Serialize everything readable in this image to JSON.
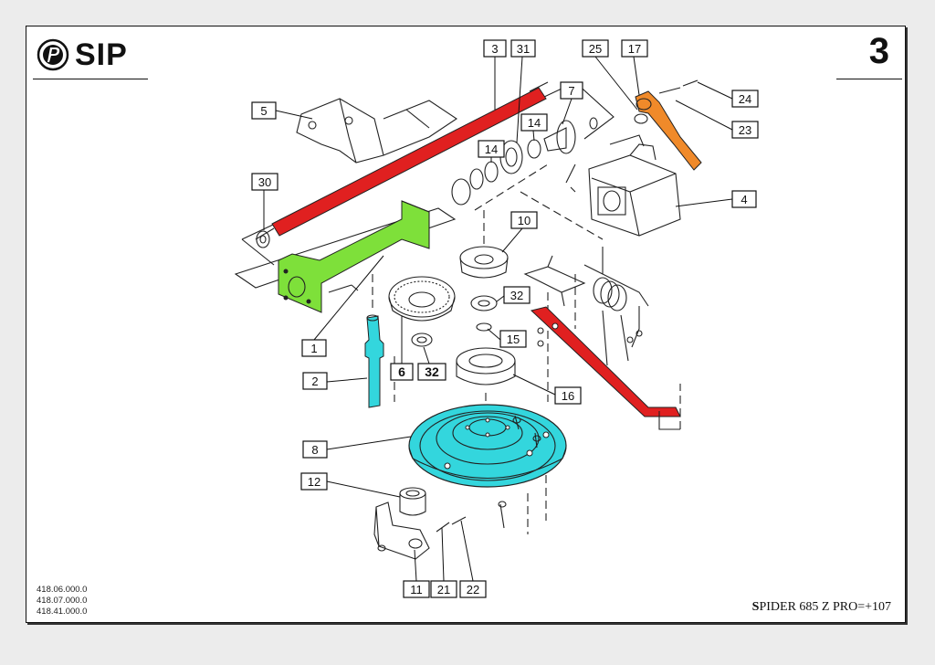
{
  "brand": {
    "name": "SIP"
  },
  "page_number": "3",
  "part_codes": [
    "418.06.000.0",
    "418.07.000.0",
    "418.41.000.0"
  ],
  "model": {
    "first_letter": "S",
    "rest": "PIDER 685 Z PRO=+107"
  },
  "colors": {
    "shaft_red": "#e02020",
    "housing_green": "#7ee03a",
    "lever_orange": "#f08a2a",
    "disc_cyan": "#33d6dd"
  },
  "callouts": [
    "3",
    "31",
    "25",
    "17",
    "7",
    "5",
    "24",
    "23",
    "14",
    "14",
    "30",
    "4",
    "10",
    "32",
    "1",
    "6",
    "32",
    "15",
    "2",
    "16",
    "8",
    "12",
    "11",
    "21",
    "22"
  ]
}
